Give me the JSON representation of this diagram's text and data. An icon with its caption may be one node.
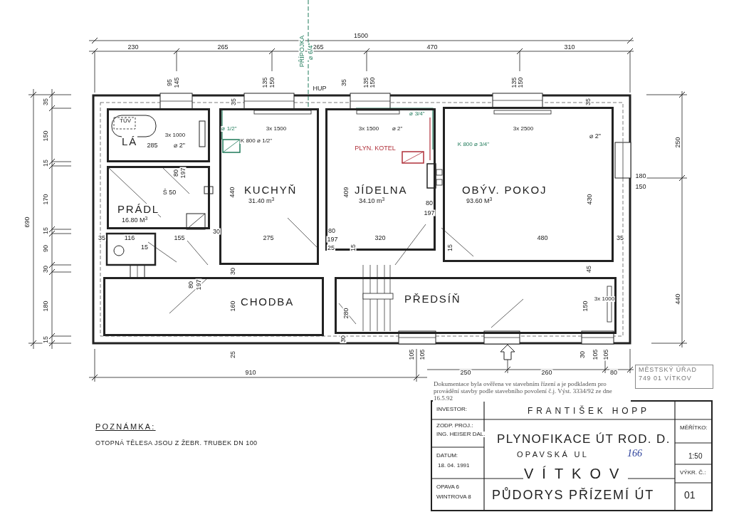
{
  "diagram": {
    "nodes": [
      {
        "text": [
          "LÁ"
        ]
      },
      {
        "text": [
          "PRÁDL",
          "16.80 M$^{3}$"
        ]
      },
      {
        "text": [
          "KUCHYŇ",
          "31.40 m$^{3}$"
        ]
      },
      {
        "text": [
          "JÍDELNA",
          "34.10 m$^{3}$"
        ]
      },
      {
        "text": [
          "OBÝV. POKOJ",
          "93.60 M$^{3}$"
        ]
      },
      {
        "text": [
          "CHODBA"
        ]
      },
      {
        "text": [
          "PŘEDSÍŇ"
        ]
      },
      {
        "text": [
          "MĚSTSKÝ ÚŘAD",
          "749 01 VÍTKOV"
        ]
      }
    ],
    "labels": [
      "1500",
      "230",
      "265",
      "265",
      "470",
      "310",
      "PŘÍPOJKA",
      "⌀ 6/4\"",
      "95",
      "145",
      "135",
      "150",
      "35",
      "135",
      "150",
      "135",
      "150",
      "HUP",
      "35",
      "35",
      "35",
      "⌀ 3/4\"",
      "TÚV",
      "⌀ 1/2\"",
      "3x 1500",
      "3x 1500",
      "⌀ 2\"",
      "3x 2500",
      "150",
      "3x 1000",
      "⌀ 2\"",
      "285",
      "⌀ 2\"",
      "K 800 ⌀ 1/2\"",
      "PLYN. KOTEL",
      "K 800 ⌀ 3/4\"",
      "250",
      "15",
      "80",
      "197",
      "180",
      "150",
      "170",
      "Š 50",
      "440",
      "409",
      "430",
      "80",
      "197",
      "690",
      "15",
      "30",
      "80",
      "35",
      "116",
      "155",
      "275",
      "197",
      "320",
      "480",
      "35",
      "90",
      "15",
      "25",
      "15",
      "15",
      "30",
      "30",
      "45",
      "80",
      "197",
      "180",
      "160",
      "280",
      "150",
      "3x 1000",
      "440",
      "15",
      "30",
      "25",
      "105",
      "105",
      "30",
      "105",
      "105",
      "910",
      "250",
      "260",
      "80",
      "Dokumentace byla ověřena ve stavebním řízení a je podkladem pro provádění stavby podle stavebního povolení č.j. Výst. 3334/92 ze dne 16.5.92",
      "POZNÁMKA:",
      "OTOPNÁ TĚLESA JSOU Z ŽEBR. TRUBEK DN 100",
      "INVESTOR:",
      "FRANTIŠEK HOPP",
      "ZODP. PROJ.:",
      "ING. HEISER DAL.",
      "MĚŘÍTKO:",
      "PLYNOFIKACE ÚT ROD. D.",
      "DATUM:",
      "18. 04. 1991",
      "OPAVSKÁ UL",
      "166",
      "1:50",
      "VÍTKOV",
      "VÝKR. Č.:",
      "OPAVA 6",
      "WINTROVA 8",
      "PŮDORYS PŘÍZEMÍ ÚT",
      "01"
    ]
  }
}
